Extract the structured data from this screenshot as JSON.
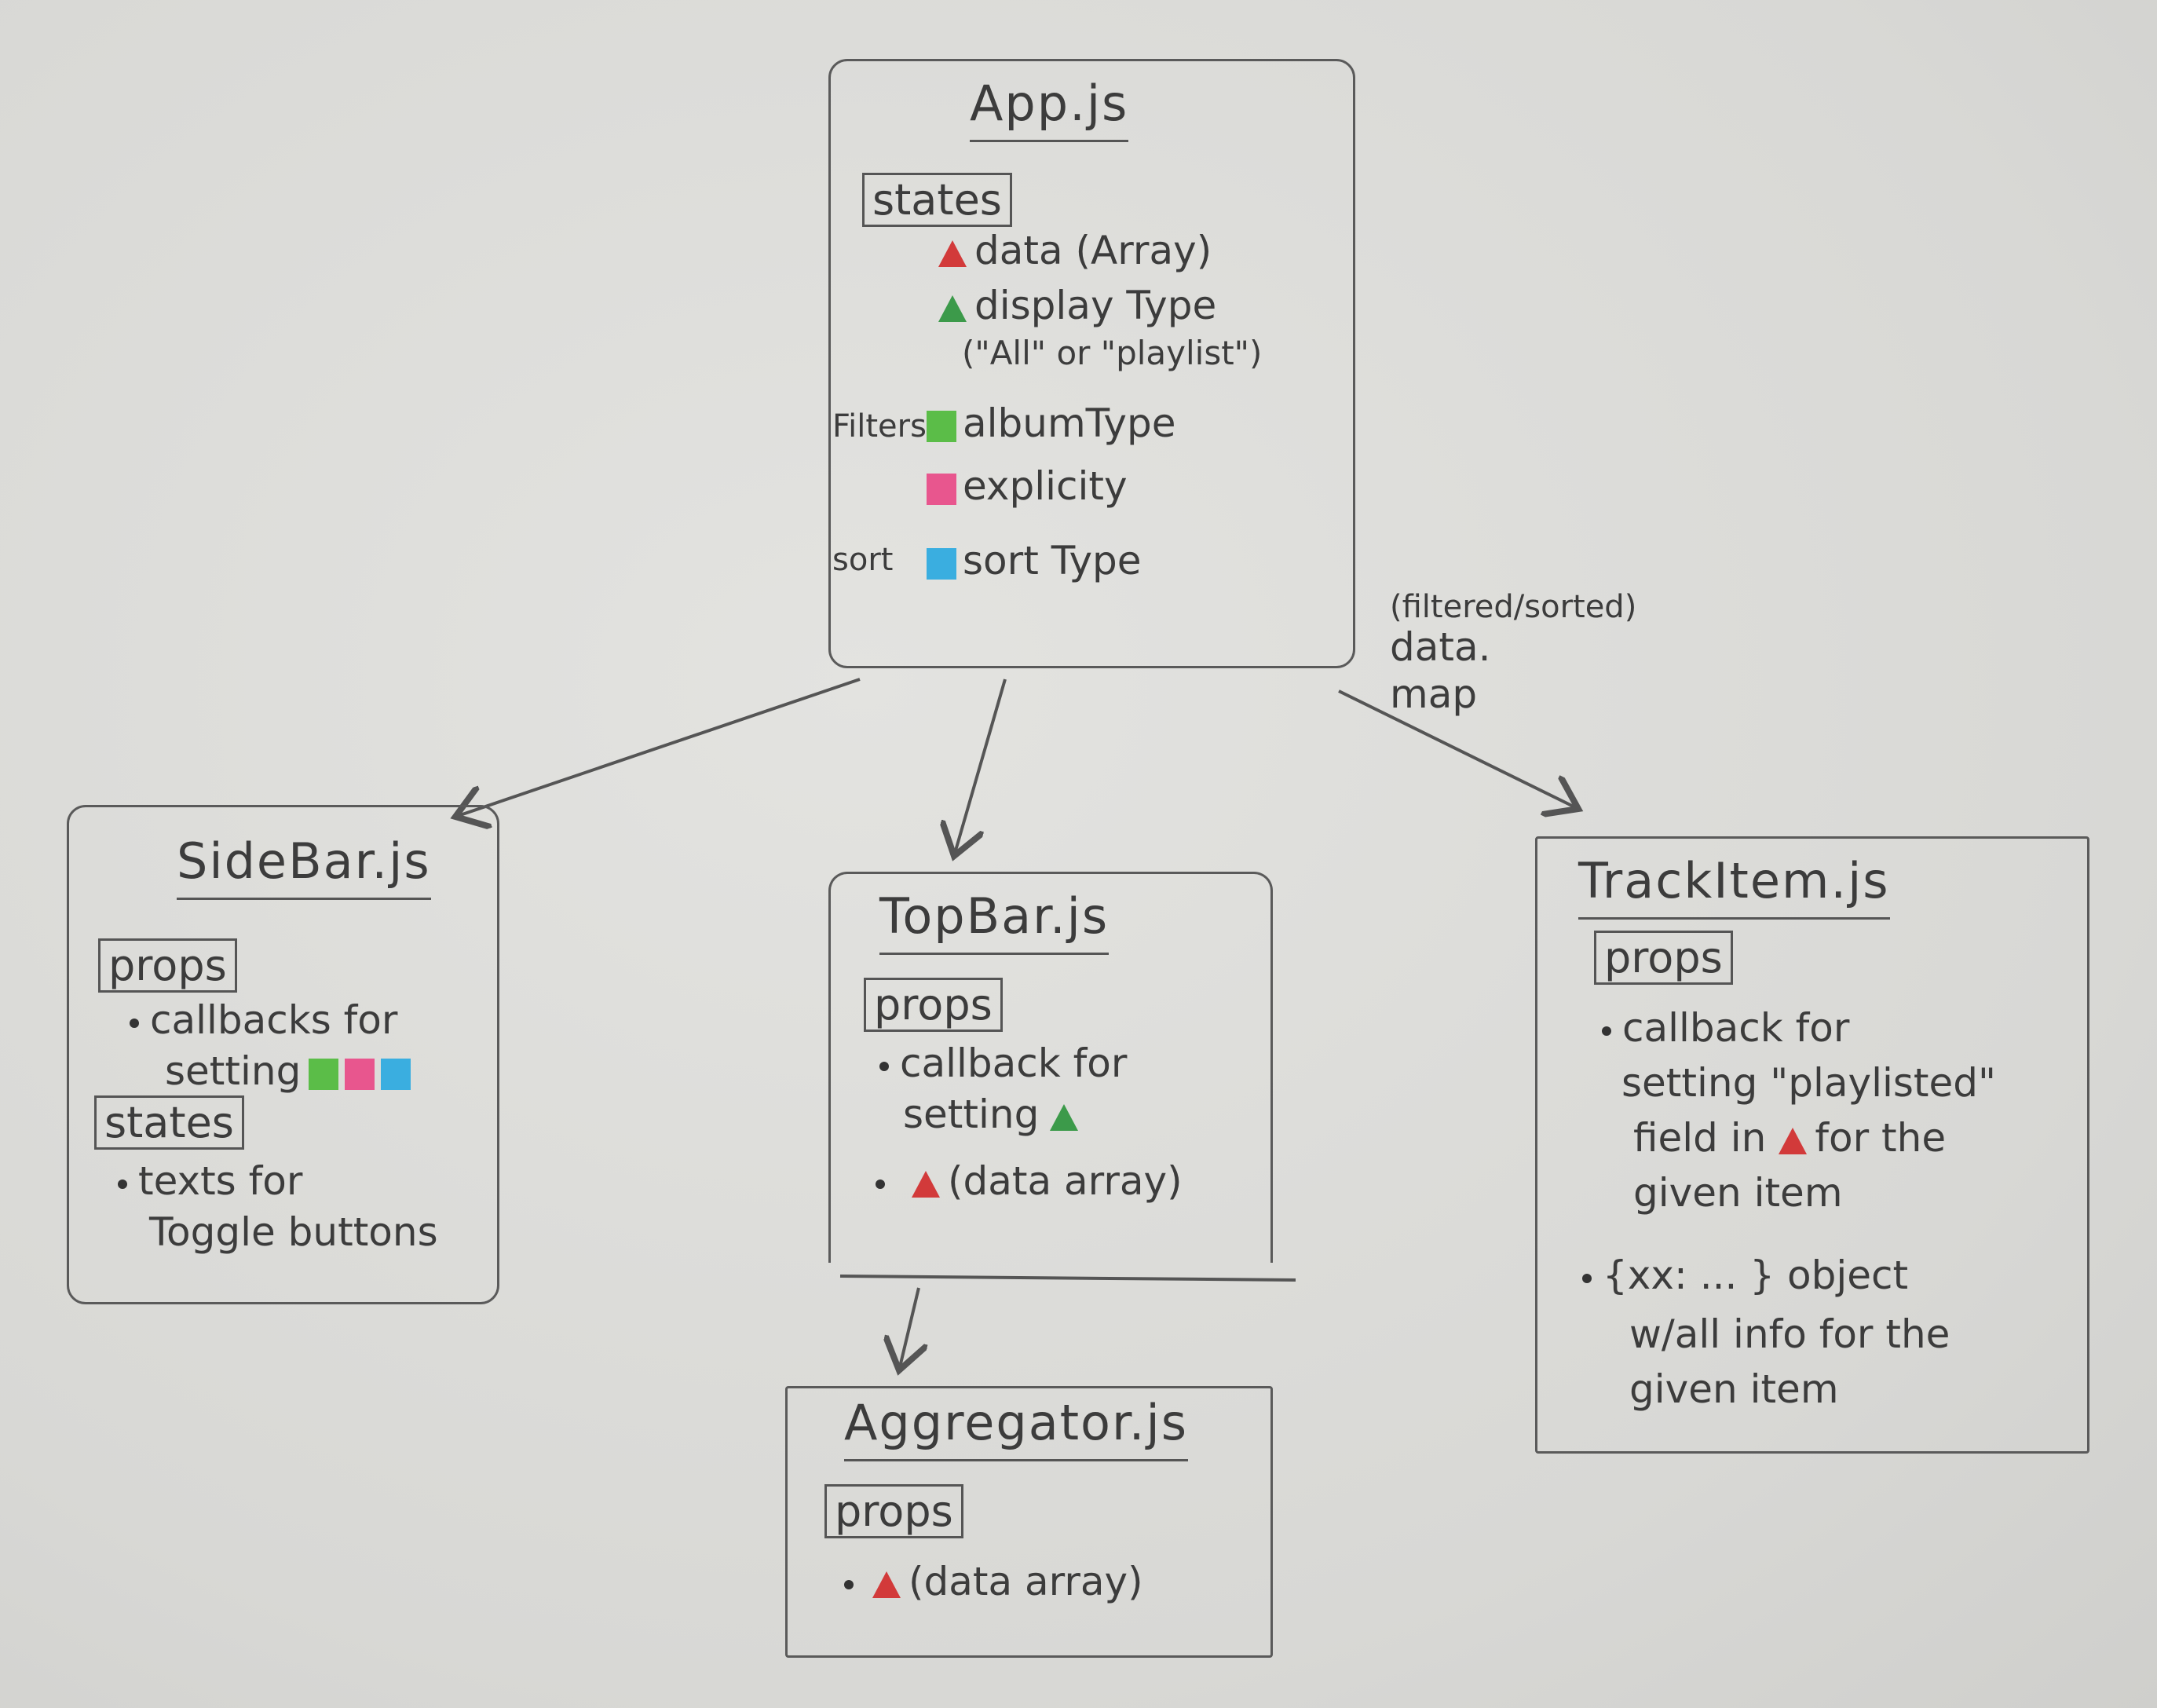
{
  "colors": {
    "data_marker": "#d23a3a",
    "display_type_marker": "#3c9a4a",
    "album_type_marker": "#5bbd48",
    "explicity_marker": "#e8568e",
    "sort_type_marker": "#3aaee0"
  },
  "app": {
    "title": "App.js",
    "states_tag": "states",
    "state_data": "data (Array)",
    "state_display_type": "display Type",
    "state_display_type_values": "(\"All\" or \"playlist\")",
    "filters_label": "Filters",
    "filter_album_type": "albumType",
    "filter_explicity": "explicity",
    "sort_label": "sort",
    "sort_type": "sort Type"
  },
  "map_label": {
    "line1": "(filtered/sorted)",
    "line2": "data.",
    "line3": "map"
  },
  "sidebar": {
    "title": "SideBar.js",
    "props_tag": "props",
    "prop_line1": "callbacks for",
    "prop_line2": "setting",
    "states_tag": "states",
    "state_line1": "texts for",
    "state_line2": "Toggle buttons"
  },
  "topbar": {
    "title": "TopBar.js",
    "props_tag": "props",
    "prop1_line1": "callback for",
    "prop1_line2": "setting",
    "prop2": "(data array)"
  },
  "trackitem": {
    "title": "TrackItem.js",
    "props_tag": "props",
    "prop1_line1": "callback for",
    "prop1_line2": "setting \"playlisted\"",
    "prop1_line3a": "field in",
    "prop1_line3b": "for the",
    "prop1_line4": "given item",
    "prop2_line1": "{xx: ... } object",
    "prop2_line2": "w/all info for the",
    "prop2_line3": "given item"
  },
  "aggregator": {
    "title": "Aggregator.js",
    "props_tag": "props",
    "prop1": "(data array)"
  }
}
